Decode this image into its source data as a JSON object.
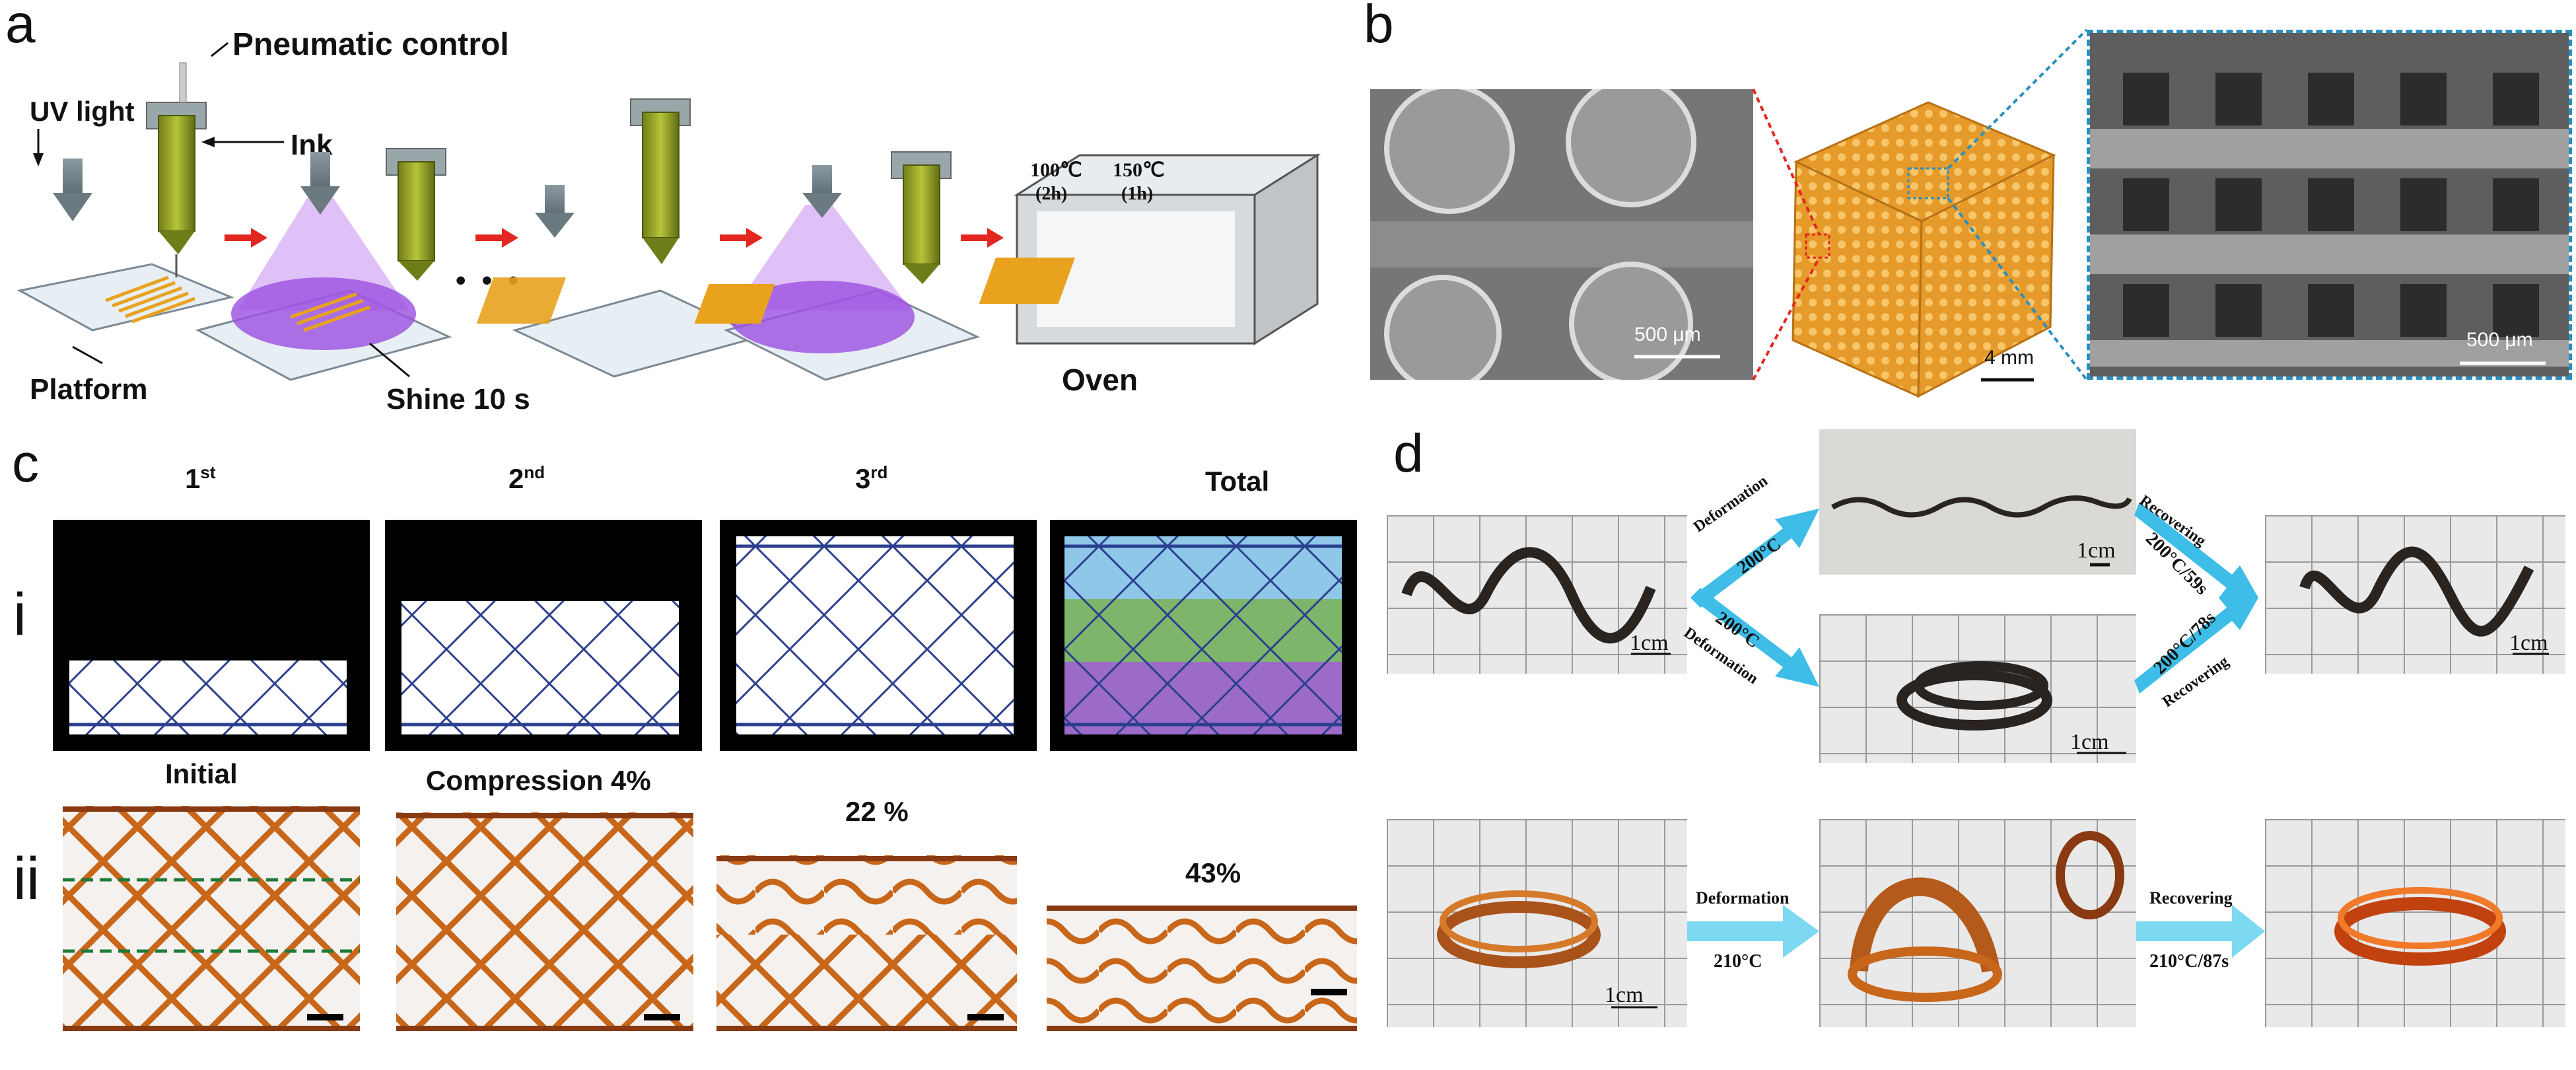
{
  "panels": {
    "a": {
      "letter": "a",
      "pneumatic": "Pneumatic control",
      "uv": "UV light",
      "ink": "Ink",
      "platform": "Platform",
      "shine": "Shine 10 s",
      "oven": "Oven",
      "ellipsis": "• • •",
      "oven_temp_1": "100℃",
      "oven_temp_2": "150℃",
      "oven_time_1": "(2h)",
      "oven_time_2": "(1h)"
    },
    "b": {
      "letter": "b",
      "scale_left": "500 μm",
      "scale_middle": "4 mm",
      "scale_right": "500 μm"
    },
    "c": {
      "letter": "c",
      "row_i": "i",
      "row_ii": "ii",
      "col1": "1",
      "col1_sup": "st",
      "col2": "2",
      "col2_sup": "nd",
      "col3": "3",
      "col3_sup": "rd",
      "col4": "Total",
      "ii_1": "Initial",
      "ii_2": "Compression 4%",
      "ii_3": "22 %",
      "ii_4": "43%"
    },
    "d": {
      "letter": "d",
      "scale": "1cm",
      "deformation": "Deformation",
      "temp_200": "200°C",
      "recovering": "Recovering",
      "rec_1": "200°C/59s",
      "rec_2": "200°C/78s",
      "temp_210": "210°C",
      "rec_3": "210°C/87s"
    }
  }
}
